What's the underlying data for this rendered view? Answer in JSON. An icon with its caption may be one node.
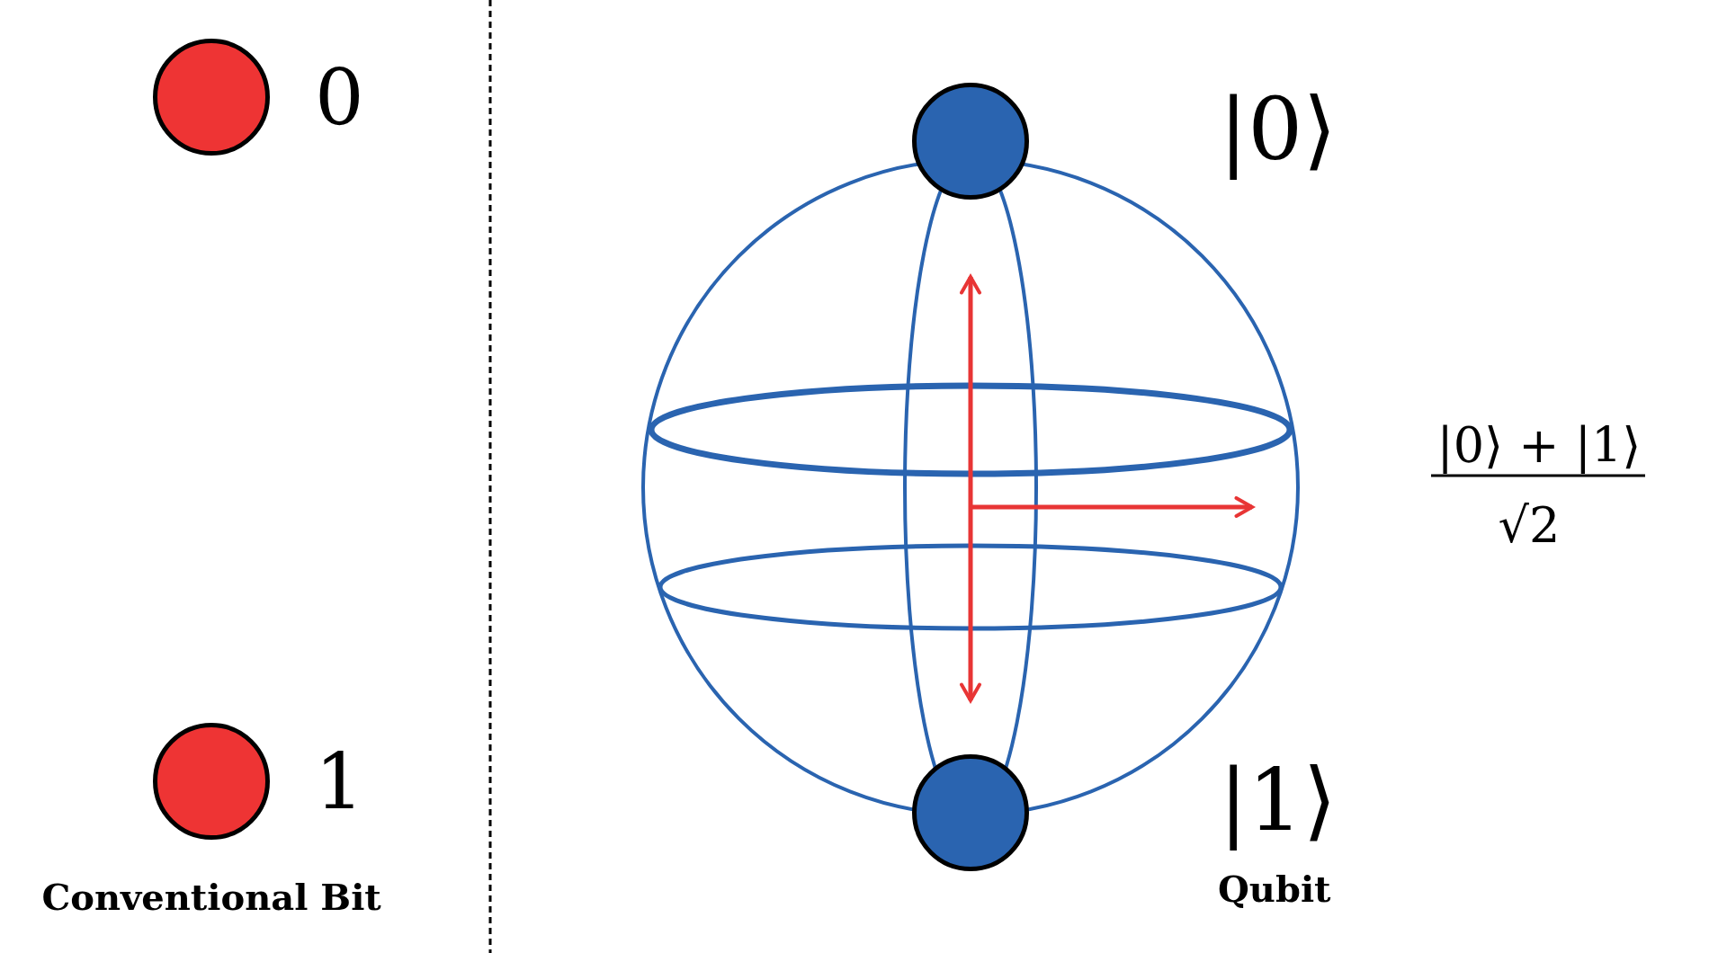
{
  "diagram": {
    "nodes": [
      {
        "text": [],
        "shape": "circle",
        "beside": [
          "0"
        ]
      },
      {
        "text": [],
        "shape": "circle",
        "beside": [
          "1"
        ]
      },
      {
        "text": [],
        "shape": "circle",
        "beside": [
          "|0⟩"
        ]
      },
      {
        "text": [],
        "shape": "circle",
        "beside": [
          "|1⟩"
        ]
      }
    ],
    "labels": [
      "Conventional Bit",
      "|0⟩ + |1⟩",
      "√2",
      "Qubit"
    ]
  }
}
